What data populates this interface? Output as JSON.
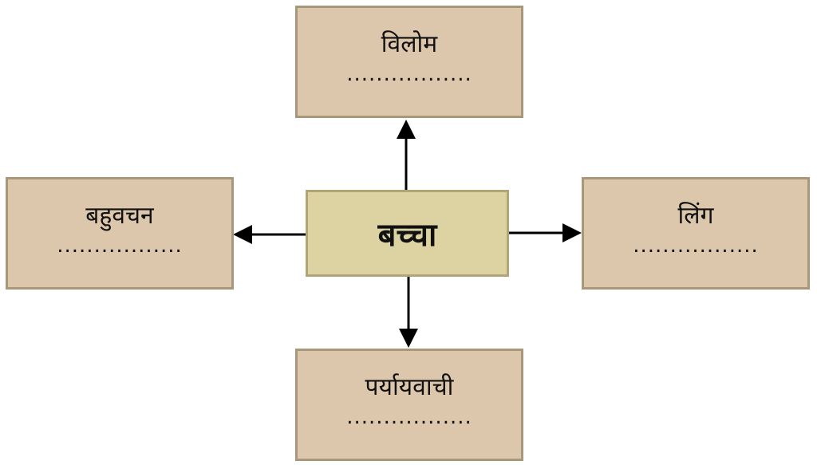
{
  "center": {
    "label": "बच्चा"
  },
  "top": {
    "label": "विलोम",
    "blank": "................."
  },
  "left": {
    "label": "बहुवचन",
    "blank": "................."
  },
  "right": {
    "label": "लिंग",
    "blank": "................."
  },
  "bottom": {
    "label": "पर्यायवाची",
    "blank": "................."
  },
  "colors": {
    "box": "#dcc6ac",
    "center": "#ddd2a2",
    "border": "#a8987a"
  }
}
